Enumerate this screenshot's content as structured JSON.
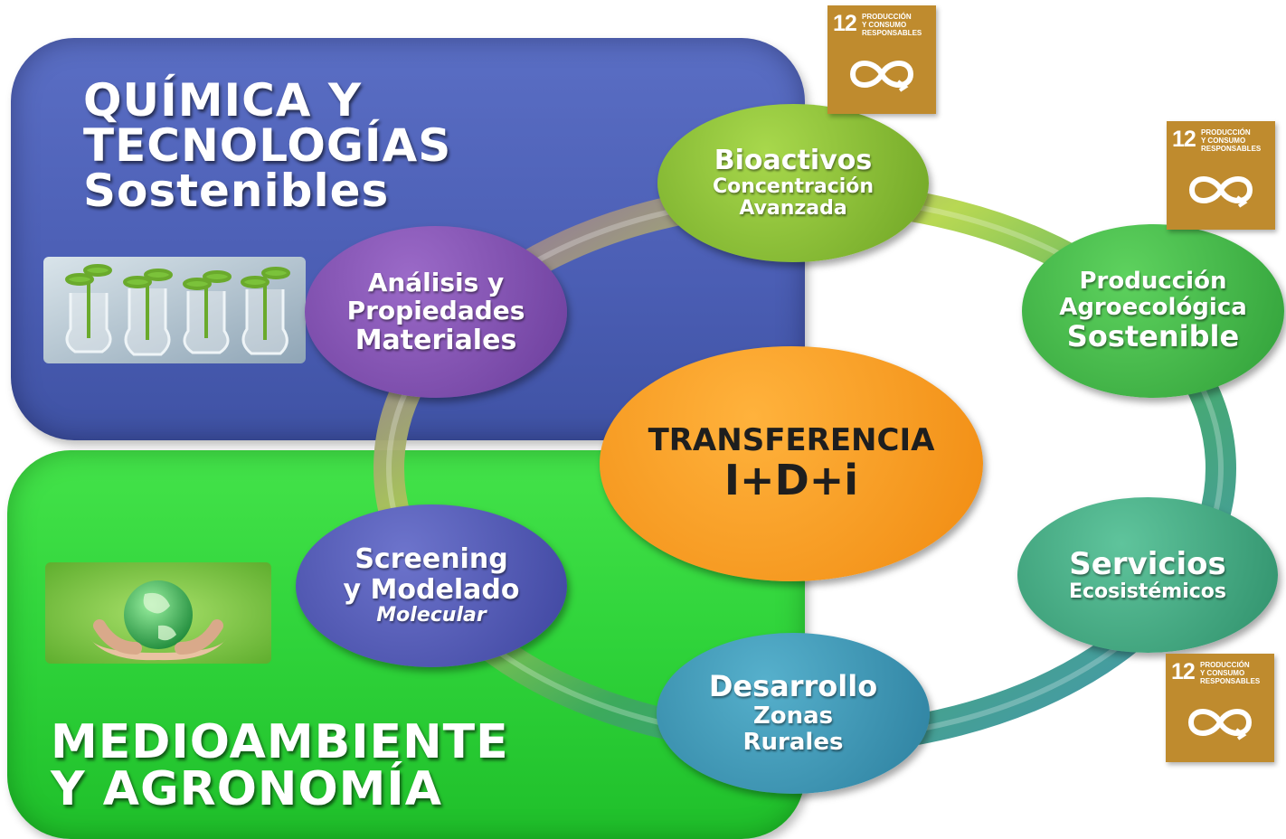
{
  "panels": {
    "top": {
      "lines": [
        "QUÍMICA Y",
        "TECNOLOGÍAS",
        "Sostenibles"
      ]
    },
    "bottom": {
      "lines": [
        "MEDIOAMBIENTE",
        "Y AGRONOMÍA"
      ]
    }
  },
  "center": {
    "lines": [
      "TRANSFERENCIA",
      "I+D+i"
    ]
  },
  "nodes": {
    "bioactivos": {
      "lines": [
        "Bioactivos",
        "Concentración",
        "Avanzada"
      ]
    },
    "produccion": {
      "lines": [
        "Producción",
        "Agroecológica",
        "Sostenible"
      ]
    },
    "servicios": {
      "lines": [
        "Servicios",
        "Ecosistémicos"
      ]
    },
    "desarrollo": {
      "lines": [
        "Desarrollo",
        "Zonas",
        "Rurales"
      ]
    },
    "screening": {
      "lines": [
        "Screening",
        "y Modelado",
        "Molecular"
      ]
    },
    "analisis": {
      "lines": [
        "Análisis y",
        "Propiedades",
        "Materiales"
      ]
    }
  },
  "sdg": {
    "number": "12",
    "lines": [
      "PRODUCCIÓN",
      "Y CONSUMO",
      "RESPONSABLES"
    ],
    "icon": "infinity-loop-icon"
  },
  "colors": {
    "top_panel": "#4b5eb4",
    "bottom_panel": "#2fd33a",
    "center": "#f7931e",
    "sdg_badge": "#bf8b2e"
  }
}
